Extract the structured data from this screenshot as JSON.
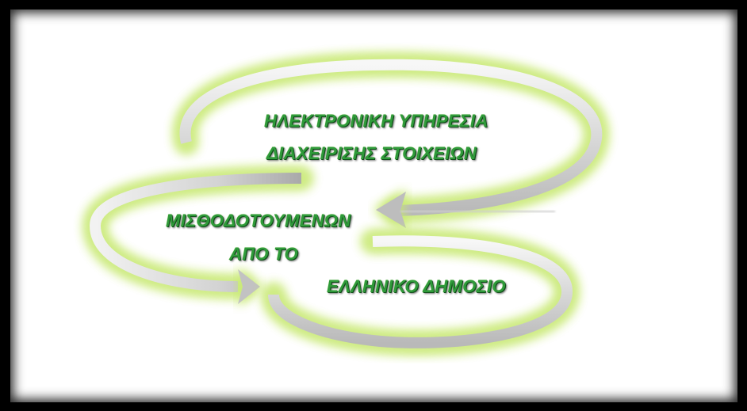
{
  "diagram": {
    "lines": [
      "ΗΛΕΚΤΡΟΝΙΚΗ ΥΠΗΡΕΣΙΑ",
      "ΔΙΑΧΕΙΡΙΣΗΣ ΣΤΟΙΧΕΙΩΝ",
      "ΜΙΣΘΟΔΟΤΟΥΜΕΝΩΝ",
      "ΑΠΟ ΤΟ",
      "ΕΛΛΗΝΙΚΟ ΔΗΜΟΣΙΟ"
    ],
    "colors": {
      "frame": "#000000",
      "panel": "#ffffff",
      "text": "#2f9a3a",
      "text_shadow": "#0f4d18",
      "arrow_glow": "#c6e86e",
      "arrow_body": "#d9d9d9"
    },
    "icons": [
      "curved-arrow-icon",
      "curved-arrow-icon",
      "curved-arrow-icon"
    ]
  }
}
